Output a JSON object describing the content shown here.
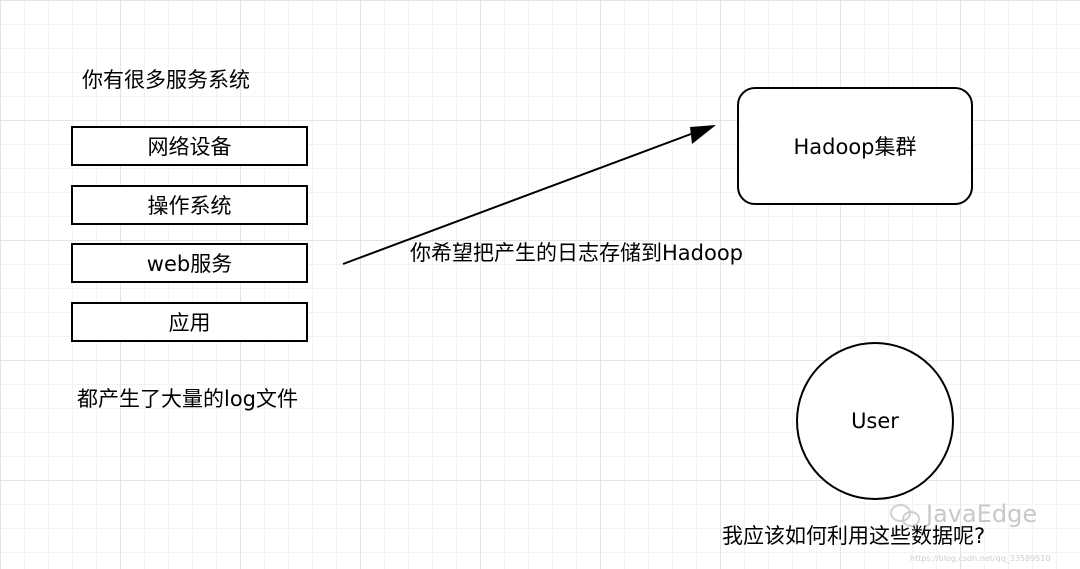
{
  "left": {
    "heading": "你有很多服务系统",
    "items": [
      {
        "label": "网络设备"
      },
      {
        "label": "操作系统"
      },
      {
        "label": "web服务"
      },
      {
        "label": "应用"
      }
    ],
    "footer": "都产生了大量的log文件"
  },
  "arrow": {
    "label": "你希望把产生的日志存储到Hadoop"
  },
  "cluster": {
    "label": "Hadoop集群"
  },
  "user": {
    "label": "User",
    "question": "我应该如何利用这些数据呢?"
  },
  "watermark": {
    "brand": "JavaEdge",
    "url": "https://blog.csdn.net/qq_33589510"
  }
}
